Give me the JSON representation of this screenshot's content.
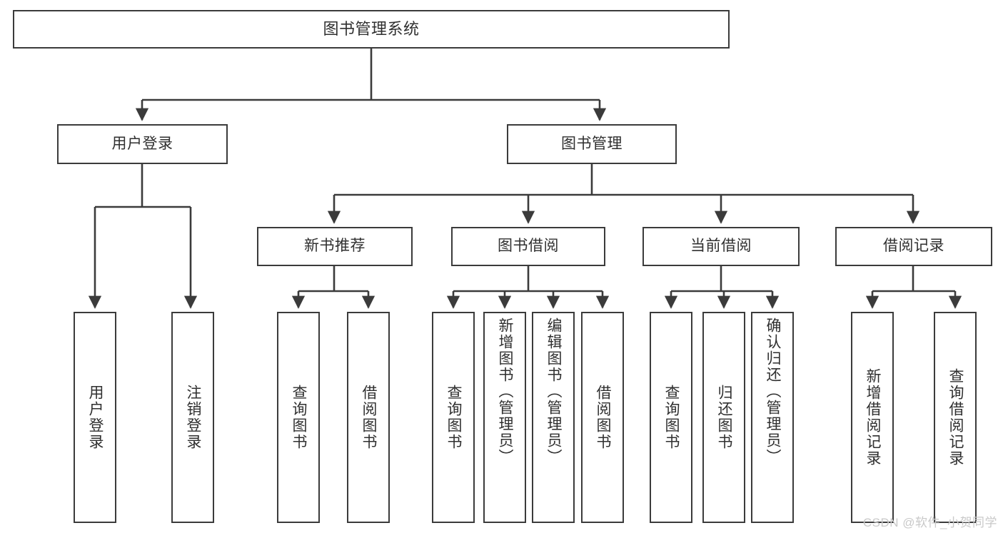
{
  "diagram": {
    "title": "图书管理系统",
    "type": "tree-hierarchy",
    "colors": {
      "background": "#ffffff",
      "box_border": "#3b3b3b",
      "box_fill": "#ffffff",
      "text": "#2f2f2f",
      "connector": "#3b3b3b",
      "watermark": "#c9c9c9"
    }
  },
  "watermark": {
    "text": "CSDN @软件_小贺同学"
  },
  "nodes": {
    "root": {
      "label": "图书管理系统"
    },
    "level2": [
      {
        "label": "用户登录"
      },
      {
        "label": "图书管理"
      }
    ],
    "level3": [
      {
        "label": "新书推荐"
      },
      {
        "label": "图书借阅"
      },
      {
        "label": "当前借阅"
      },
      {
        "label": "借阅记录"
      }
    ],
    "leaves_user_login": [
      {
        "label": "用户登录"
      },
      {
        "label": "注销登录"
      }
    ],
    "leaves_new_book": [
      {
        "label": "查询图书"
      },
      {
        "label": "借阅图书"
      }
    ],
    "leaves_borrow": [
      {
        "label": "查询图书"
      },
      {
        "label": "新增图书（管理员）"
      },
      {
        "label": "编辑图书（管理员）"
      },
      {
        "label": "借阅图书"
      }
    ],
    "leaves_current": [
      {
        "label": "查询图书"
      },
      {
        "label": "归还图书"
      },
      {
        "label": "确认归还（管理员）"
      }
    ],
    "leaves_record": [
      {
        "label": "新增借阅记录"
      },
      {
        "label": "查询借阅记录"
      }
    ]
  },
  "edges": [
    {
      "from": "图书管理系统",
      "to": "用户登录"
    },
    {
      "from": "图书管理系统",
      "to": "图书管理"
    },
    {
      "from": "用户登录",
      "to": "用户登录"
    },
    {
      "from": "用户登录",
      "to": "注销登录"
    },
    {
      "from": "图书管理",
      "to": "新书推荐"
    },
    {
      "from": "图书管理",
      "to": "图书借阅"
    },
    {
      "from": "图书管理",
      "to": "当前借阅"
    },
    {
      "from": "图书管理",
      "to": "借阅记录"
    },
    {
      "from": "新书推荐",
      "to": "查询图书"
    },
    {
      "from": "新书推荐",
      "to": "借阅图书"
    },
    {
      "from": "图书借阅",
      "to": "查询图书"
    },
    {
      "from": "图书借阅",
      "to": "新增图书（管理员）"
    },
    {
      "from": "图书借阅",
      "to": "编辑图书（管理员）"
    },
    {
      "from": "图书借阅",
      "to": "借阅图书"
    },
    {
      "from": "当前借阅",
      "to": "查询图书"
    },
    {
      "from": "当前借阅",
      "to": "归还图书"
    },
    {
      "from": "当前借阅",
      "to": "确认归还（管理员）"
    },
    {
      "from": "借阅记录",
      "to": "新增借阅记录"
    },
    {
      "from": "借阅记录",
      "to": "查询借阅记录"
    }
  ]
}
